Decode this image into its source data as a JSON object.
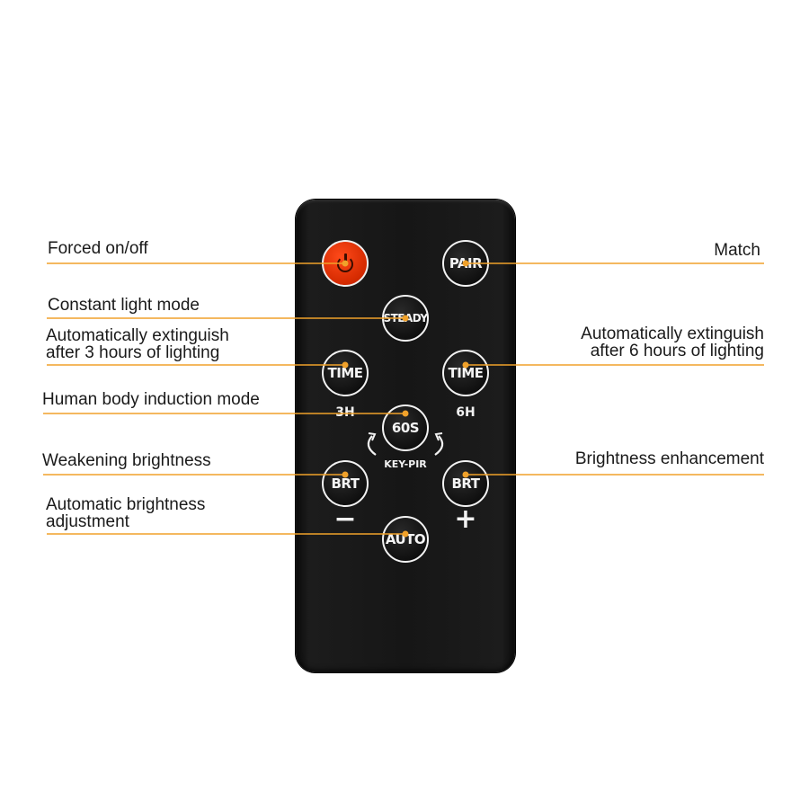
{
  "colors": {
    "leader_line": "#f0a12a",
    "leader_dot": "#f0a12a",
    "remote_body": "#161616",
    "power_button": "#e33b0b",
    "button_text": "#f4f4f4"
  },
  "remote": {
    "buttons": {
      "power": {
        "icon": "power-icon"
      },
      "pair": {
        "label": "PAIR"
      },
      "steady": {
        "label": "STEADY"
      },
      "time_3h": {
        "label": "TIME"
      },
      "time_6h": {
        "label": "TIME"
      },
      "pir_60s": {
        "label": "60S"
      },
      "brt_minus": {
        "label": "BRT"
      },
      "brt_plus": {
        "label": "BRT"
      },
      "auto": {
        "label": "AUTO"
      }
    },
    "printed": {
      "three_h": "3H",
      "six_h": "6H",
      "key_pir": "KEY-PIR",
      "minus": "−",
      "plus": "+"
    },
    "icons": [
      "power-icon",
      "rotate-left-arrow-icon",
      "rotate-right-arrow-icon"
    ]
  },
  "callouts": {
    "forced_on_off": "Forced on/off",
    "match": "Match",
    "constant_light": "Constant light mode",
    "auto_extinguish_3h_line1": "Automatically extinguish",
    "auto_extinguish_3h_line2": "after 3 hours of lighting",
    "auto_extinguish_6h_line1": "Automatically extinguish",
    "auto_extinguish_6h_line2": "after 6 hours of lighting",
    "human_body": "Human body induction mode",
    "weakening": "Weakening brightness",
    "enhancement": "Brightness enhancement",
    "auto_brightness_line1": "Automatic brightness",
    "auto_brightness_line2": "adjustment"
  }
}
